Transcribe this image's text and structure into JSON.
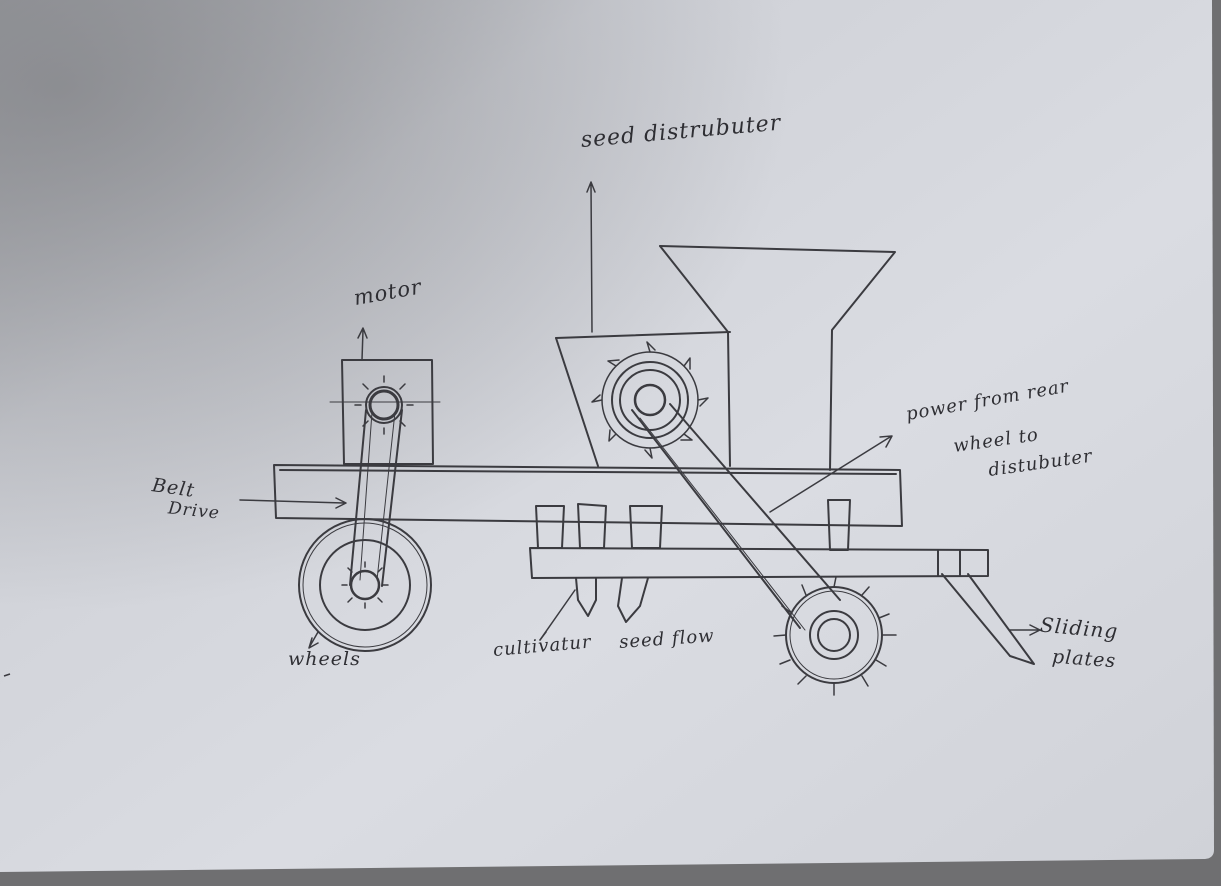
{
  "labels": {
    "seed_distributer": "seed distrubuter",
    "motor": "motor",
    "belt_drive_line1": "Belt",
    "belt_drive_line2": "Drive",
    "power_line1": "power from rear",
    "power_line2": "wheel to",
    "power_line3": "distubuter",
    "wheels": "wheels",
    "cultivator": "cultivatur",
    "seed_flow": "seed flow",
    "sliding_line1": "Sliding",
    "sliding_line2": "plates"
  },
  "colors": {
    "paper": "#d3d5db",
    "paper_light": "#dfe1e6",
    "pencil": "#3b3b40",
    "shadow": "#6f6f71"
  }
}
